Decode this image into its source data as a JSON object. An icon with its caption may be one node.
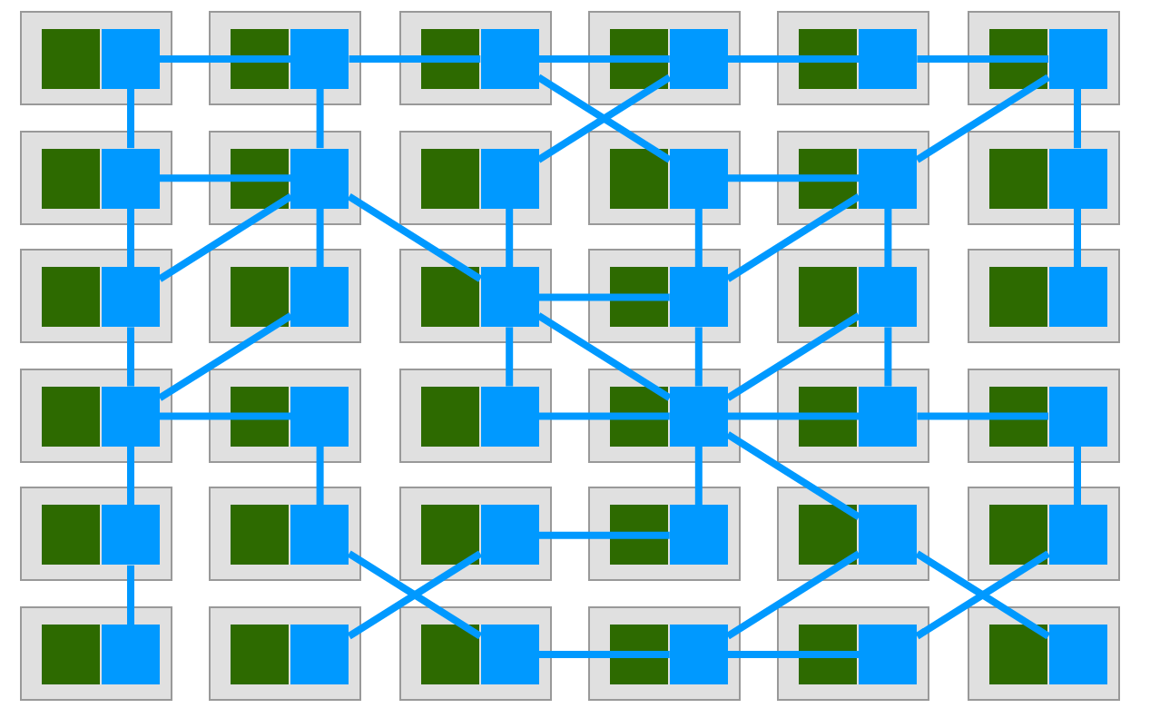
{
  "diagram": {
    "nodes": [
      {
        "text": [],
        "shape": "box"
      },
      {
        "text": [],
        "shape": "box"
      },
      {
        "text": [],
        "shape": "box"
      },
      {
        "text": [],
        "shape": "box"
      },
      {
        "text": [],
        "shape": "box"
      },
      {
        "text": [],
        "shape": "box"
      },
      {
        "text": [],
        "shape": "box"
      },
      {
        "text": [],
        "shape": "box"
      },
      {
        "text": [],
        "shape": "box"
      },
      {
        "text": [],
        "shape": "box"
      },
      {
        "text": [],
        "shape": "box"
      },
      {
        "text": [],
        "shape": "box"
      },
      {
        "text": [],
        "shape": "box"
      },
      {
        "text": [],
        "shape": "box"
      },
      {
        "text": [],
        "shape": "box"
      },
      {
        "text": [],
        "shape": "box"
      },
      {
        "text": [],
        "shape": "box"
      },
      {
        "text": [],
        "shape": "box"
      },
      {
        "text": [],
        "shape": "box"
      },
      {
        "text": [],
        "shape": "box"
      },
      {
        "text": [],
        "shape": "box"
      },
      {
        "text": [],
        "shape": "box"
      },
      {
        "text": [],
        "shape": "box"
      },
      {
        "text": [],
        "shape": "box"
      },
      {
        "text": [],
        "shape": "box"
      },
      {
        "text": [],
        "shape": "box"
      },
      {
        "text": [],
        "shape": "box"
      },
      {
        "text": [],
        "shape": "box"
      },
      {
        "text": [],
        "shape": "box"
      },
      {
        "text": [],
        "shape": "box"
      },
      {
        "text": [],
        "shape": "box"
      },
      {
        "text": [],
        "shape": "box"
      },
      {
        "text": [],
        "shape": "box"
      },
      {
        "text": [],
        "shape": "box"
      },
      {
        "text": [],
        "shape": "box"
      },
      {
        "text": [],
        "shape": "box"
      }
    ],
    "edges": [
      {
        "from": 0,
        "to": 1,
        "arrow": "none"
      },
      {
        "from": 1,
        "to": 2,
        "arrow": "none"
      },
      {
        "from": 2,
        "to": 3,
        "arrow": "none"
      },
      {
        "from": 3,
        "to": 4,
        "arrow": "none"
      },
      {
        "from": 4,
        "to": 5,
        "arrow": "none"
      },
      {
        "from": 2,
        "to": 9,
        "arrow": "none"
      },
      {
        "from": 8,
        "to": 3,
        "arrow": "none"
      },
      {
        "from": 10,
        "to": 5,
        "arrow": "none"
      },
      {
        "from": 0,
        "to": 6,
        "arrow": "none"
      },
      {
        "from": 1,
        "to": 7,
        "arrow": "none"
      },
      {
        "from": 5,
        "to": 11,
        "arrow": "none"
      },
      {
        "from": 6,
        "to": 7,
        "arrow": "none"
      },
      {
        "from": 9,
        "to": 10,
        "arrow": "none"
      },
      {
        "from": 7,
        "to": 12,
        "arrow": "none"
      },
      {
        "from": 7,
        "to": 14,
        "arrow": "none"
      },
      {
        "from": 7,
        "to": 13,
        "arrow": "none"
      },
      {
        "from": 8,
        "to": 14,
        "arrow": "none"
      },
      {
        "from": 9,
        "to": 15,
        "arrow": "none"
      },
      {
        "from": 10,
        "to": 15,
        "arrow": "none"
      },
      {
        "from": 10,
        "to": 16,
        "arrow": "none"
      },
      {
        "from": 11,
        "to": 17,
        "arrow": "none"
      },
      {
        "from": 6,
        "to": 12,
        "arrow": "none"
      },
      {
        "from": 12,
        "to": 18,
        "arrow": "none"
      },
      {
        "from": 13,
        "to": 18,
        "arrow": "none"
      },
      {
        "from": 14,
        "to": 15,
        "arrow": "none"
      },
      {
        "from": 14,
        "to": 20,
        "arrow": "none"
      },
      {
        "from": 14,
        "to": 21,
        "arrow": "none"
      },
      {
        "from": 15,
        "to": 21,
        "arrow": "none"
      },
      {
        "from": 16,
        "to": 21,
        "arrow": "none"
      },
      {
        "from": 16,
        "to": 22,
        "arrow": "none"
      },
      {
        "from": 18,
        "to": 19,
        "arrow": "none"
      },
      {
        "from": 18,
        "to": 24,
        "arrow": "none"
      },
      {
        "from": 19,
        "to": 25,
        "arrow": "none"
      },
      {
        "from": 20,
        "to": 21,
        "arrow": "none"
      },
      {
        "from": 21,
        "to": 22,
        "arrow": "none"
      },
      {
        "from": 22,
        "to": 23,
        "arrow": "none"
      },
      {
        "from": 21,
        "to": 27,
        "arrow": "none"
      },
      {
        "from": 21,
        "to": 28,
        "arrow": "none"
      },
      {
        "from": 23,
        "to": 29,
        "arrow": "none"
      },
      {
        "from": 24,
        "to": 30,
        "arrow": "none"
      },
      {
        "from": 25,
        "to": 32,
        "arrow": "none"
      },
      {
        "from": 26,
        "to": 31,
        "arrow": "none"
      },
      {
        "from": 26,
        "to": 27,
        "arrow": "none"
      },
      {
        "from": 28,
        "to": 33,
        "arrow": "none"
      },
      {
        "from": 28,
        "to": 35,
        "arrow": "none"
      },
      {
        "from": 29,
        "to": 34,
        "arrow": "none"
      },
      {
        "from": 32,
        "to": 33,
        "arrow": "none"
      },
      {
        "from": 33,
        "to": 34,
        "arrow": "none"
      }
    ]
  }
}
